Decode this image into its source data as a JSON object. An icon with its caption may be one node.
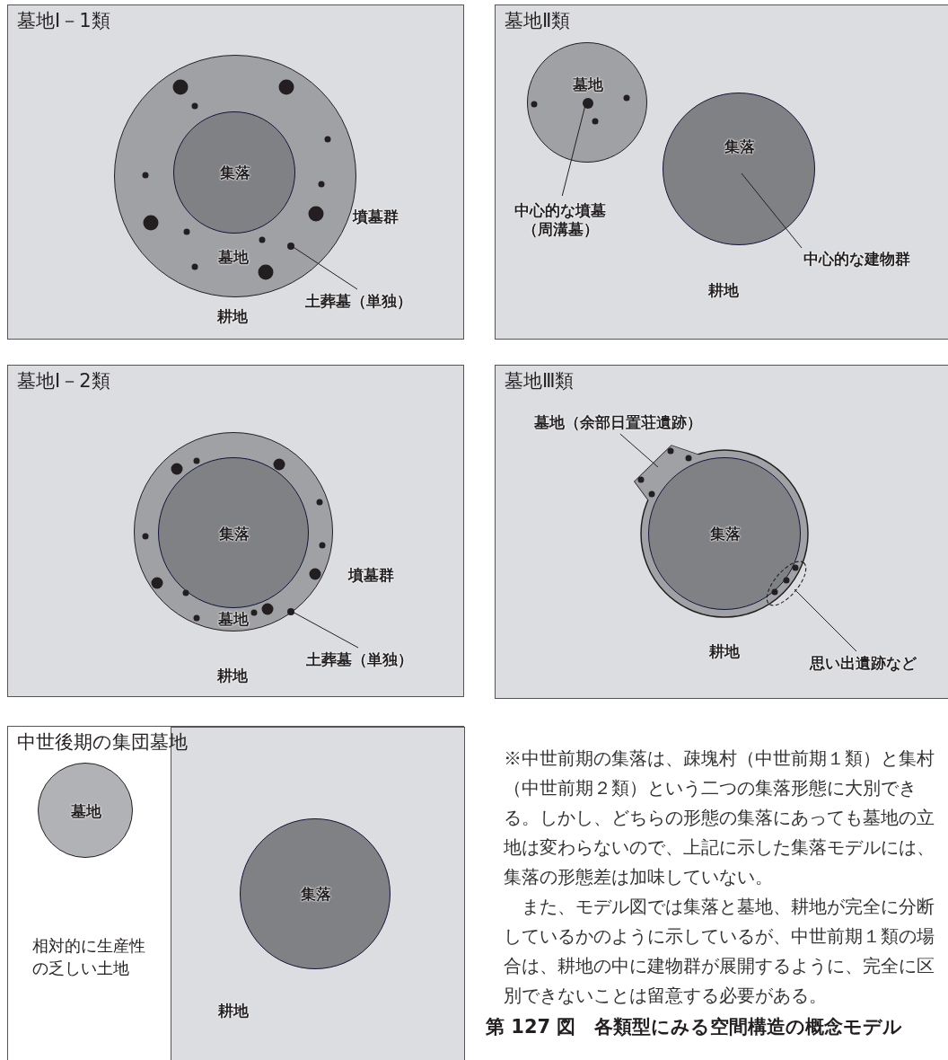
{
  "diagram": {
    "caption": "第 127 図　各類型にみる空間構造の概念モデル",
    "nodes": [
      {
        "text": [
          "墓地Ⅰ－1類",
          "耕地"
        ]
      },
      {
        "text": [
          "墓地"
        ],
        "in": 0
      },
      {
        "text": [
          "集落"
        ],
        "in": 1
      },
      {
        "text": [],
        "shape": "circle",
        "in": 1
      },
      {
        "text": [
          "土葬墓（単独）"
        ],
        "in": 0
      },
      {
        "text": [
          "墓地Ⅱ類",
          "耕地"
        ]
      },
      {
        "text": [
          "墓地"
        ],
        "in": 5
      },
      {
        "text": [],
        "shape": "circle",
        "in": 6
      },
      {
        "text": [
          "中心的な墳墓（周溝墓）"
        ],
        "in": 5
      },
      {
        "text": [
          "集落"
        ],
        "in": 5
      },
      {
        "text": [
          "中心的な建物群"
        ],
        "in": 5
      },
      {
        "text": [
          "墓地Ⅰ－2類",
          "耕地"
        ]
      },
      {
        "text": [
          "墓地"
        ],
        "in": 11
      },
      {
        "text": [
          "集落"
        ],
        "in": 12
      },
      {
        "text": [],
        "shape": "circle",
        "in": 12
      },
      {
        "text": [
          "土葬墓（単独）"
        ],
        "in": 11
      },
      {
        "text": [
          "墓地Ⅲ類",
          "耕地"
        ]
      },
      {
        "text": [
          "墓地（余部日置荘遺跡）"
        ],
        "in": 16
      },
      {
        "text": [],
        "shape": "circle",
        "in": 16
      },
      {
        "text": [
          "集落"
        ],
        "in": 18
      },
      {
        "text": [],
        "shape": "ellipse",
        "in": 18
      },
      {
        "text": [
          "思い出遺跡など"
        ],
        "in": 16
      },
      {
        "text": [
          "中世後期の集団墓地"
        ]
      },
      {
        "text": [
          "相対的に生産性の乏しい土地"
        ],
        "in": 22
      },
      {
        "text": [
          "墓地"
        ],
        "in": 23
      },
      {
        "text": [
          "耕地"
        ],
        "in": 22
      },
      {
        "text": [
          "集落"
        ],
        "in": 25
      }
    ],
    "edges": [
      {
        "from": 4,
        "to": 3,
        "arrow": "none"
      },
      {
        "from": 8,
        "to": 7,
        "arrow": "none"
      },
      {
        "from": 10,
        "to": 9,
        "arrow": "none"
      },
      {
        "from": 15,
        "to": 14,
        "arrow": "none"
      },
      {
        "from": 17,
        "to": 18,
        "arrow": "none"
      },
      {
        "from": 21,
        "to": 20,
        "arrow": "none"
      }
    ],
    "labels": [
      "墳墓群",
      "墳墓群",
      "※中世前期の集落は、疎塊村（中世前期１類）と集村（中世前期２類）という二つの集落形態に大別できる。しかし、どちらの形態の集落にあっても墓地の立地は変わらないので、上記に示した集落モデルには、集落の形態差は加味していない。",
      "また、モデル図では集落と墓地、耕地が完全に分断しているかのように示しているが、中世前期１類の場合は、耕地の中に建物群が展開するように、完全に区別できないことは留意する必要がある。"
    ]
  }
}
